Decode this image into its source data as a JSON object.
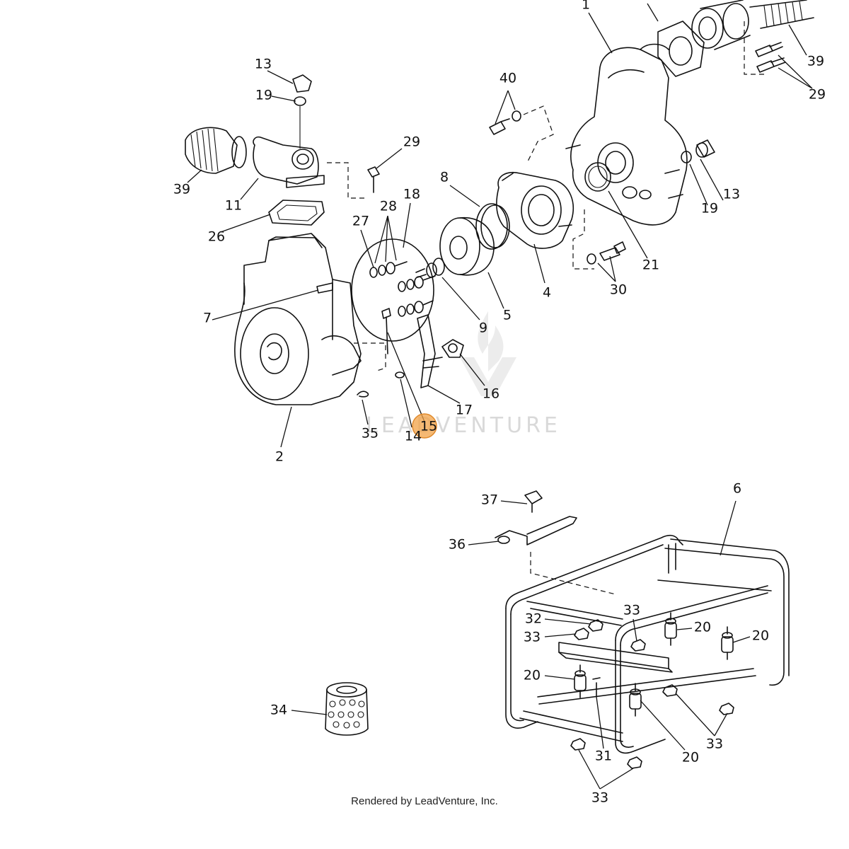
{
  "watermark": {
    "text": "LEADVENTURE"
  },
  "footer": {
    "text": "Rendered by LeadVenture, Inc."
  },
  "highlight": {
    "label": "15",
    "color": "#f1a145"
  },
  "callouts": {
    "c1": "1",
    "c13a": "13",
    "c19a": "19",
    "c29a": "29",
    "c39a": "39",
    "c11": "11",
    "c26": "26",
    "c27": "27",
    "c28": "28",
    "c18": "18",
    "c8": "8",
    "c40": "40",
    "c39b": "39",
    "c29b": "29",
    "c13b": "13",
    "c19b": "19",
    "c21": "21",
    "c30": "30",
    "c4": "4",
    "c5": "5",
    "c9": "9",
    "c7": "7",
    "c16": "16",
    "c17": "17",
    "c15": "15",
    "c14": "14",
    "c35": "35",
    "c2": "2",
    "c37": "37",
    "c6": "6",
    "c36": "36",
    "c32": "32",
    "c33a": "33",
    "c33b": "33",
    "c20a": "20",
    "c20b": "20",
    "c20c": "20",
    "c20d": "20",
    "c33c": "33",
    "c31": "31",
    "c33d": "33",
    "c34": "34"
  }
}
